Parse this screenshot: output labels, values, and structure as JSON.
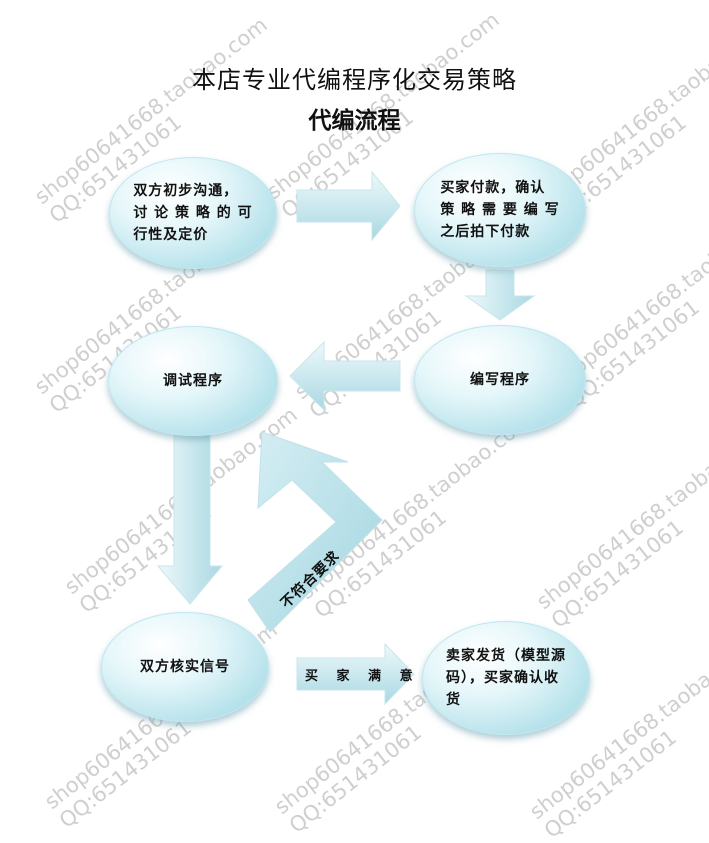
{
  "header": {
    "title": "本店专业代编程序化交易策略",
    "subtitle": "代编流程"
  },
  "nodes": {
    "initial_communication": "双方初步沟通，\n讨 论 策 略 的 可\n行性及定价",
    "buyer_payment": "买家付款，确认\n策 略 需 要 编 写\n之后拍下付款",
    "write_program": "编写程序",
    "debug_program": "调试程序",
    "verify_signals": "双方核实信号",
    "seller_delivery": "卖家发货（模型源\n码），买家确认收\n货"
  },
  "edges": {
    "rejected_label": "不符合要求",
    "satisfied_label": "买 家 满 意"
  },
  "watermark": {
    "shop": "shop60641668.taobao.com",
    "qq": "QQ:651431061"
  },
  "colors": {
    "node_fill": "#b6e2eb",
    "arrow_fill": "#bfe3ea"
  }
}
